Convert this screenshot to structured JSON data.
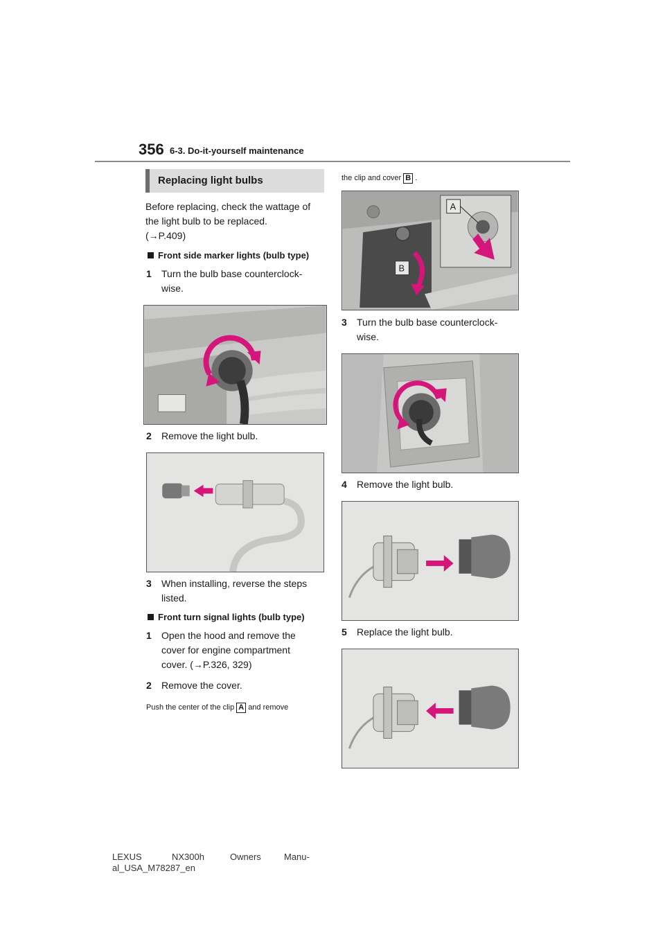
{
  "header": {
    "page_number": "356",
    "section": "6-3. Do-it-yourself maintenance"
  },
  "title": "Replacing light bulbs",
  "intro": {
    "line1": "Before replacing, check the wattage of",
    "line2": "the light bulb to be replaced.",
    "line3": "(→P.409)"
  },
  "front_side": {
    "heading": "Front side marker lights (bulb type)",
    "step1_num": "1",
    "step1_l1": "Turn the bulb base counterclock-",
    "step1_l2": "wise.",
    "step2_num": "2",
    "step2": "Remove the light bulb.",
    "step3_num": "3",
    "step3_l1": "When installing, reverse the steps",
    "step3_l2": "listed."
  },
  "front_turn": {
    "heading": "Front turn signal lights (bulb type)",
    "step1_num": "1",
    "step1_l1": "Open the hood and remove the",
    "step1_l2": "cover for engine compartment",
    "step1_l3": "cover. (→P.326, 329)",
    "step2_num": "2",
    "step2": "Remove the cover.",
    "note_part1": "Push the center of the clip",
    "label_a": "A",
    "note_part2": "and remove",
    "note_part3": "the clip and cover",
    "label_b": "B",
    "note_end": ".",
    "step3_num": "3",
    "step3_l1": "Turn the bulb base counterclock-",
    "step3_l2": "wise.",
    "step4_num": "4",
    "step4": "Remove the light bulb.",
    "step5_num": "5",
    "step5": "Replace the light bulb."
  },
  "figure_labels": {
    "a": "A",
    "b": "B"
  },
  "colors": {
    "arrow": "#d6157a",
    "figure_bg": "#e4e4e2",
    "dark_bg": "#4a4a4a"
  },
  "footer": {
    "w1": "LEXUS",
    "w2": "NX300h",
    "w3": "Owners",
    "w4": "Manu-",
    "line2": "al_USA_M78287_en"
  }
}
